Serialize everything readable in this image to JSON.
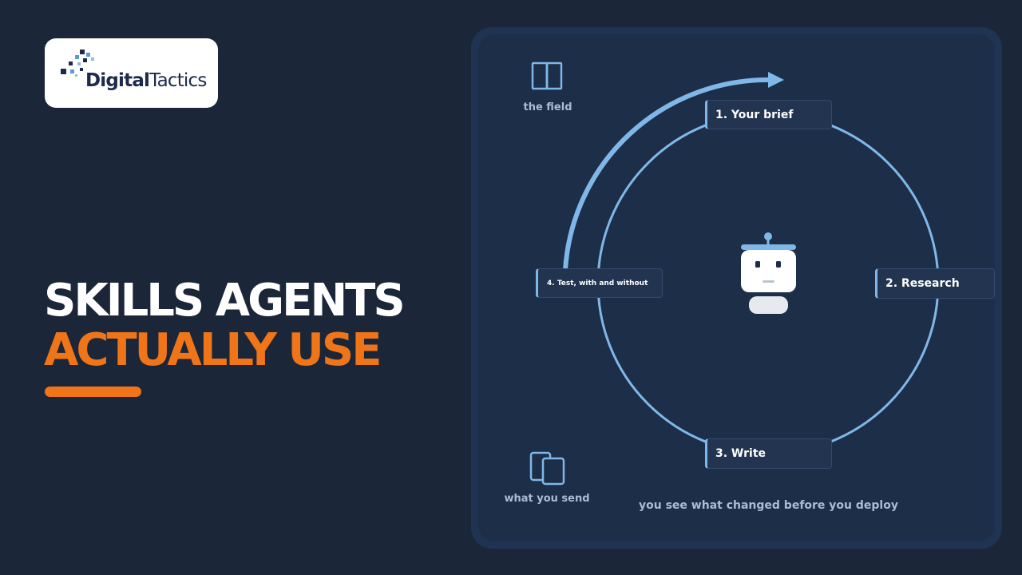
{
  "logo": {
    "brand_bold": "Digital",
    "brand_light": "Tactics"
  },
  "headline": {
    "line1": "SKILLS AGENTS",
    "line2": "ACTUALLY USE"
  },
  "colors": {
    "background": "#1b2639",
    "accent_orange": "#ef7518",
    "accent_blue": "#7fb8e8",
    "panel": "#1c2e48"
  },
  "diagram": {
    "steps": [
      {
        "label": "1. Your brief"
      },
      {
        "label": "2. Research"
      },
      {
        "label": "3. Write"
      },
      {
        "label": "4. Test, with and without"
      }
    ],
    "top_left_icon": "book-icon",
    "top_left_label": "the field",
    "bottom_left_icon": "documents-icon",
    "bottom_left_label": "what you send",
    "center_icon": "robot-icon",
    "caption": "you see what changed before you deploy"
  }
}
